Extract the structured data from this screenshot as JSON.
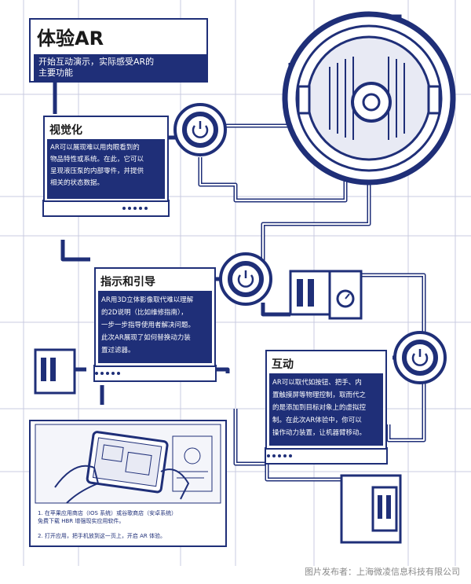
{
  "header": {
    "title": "体验AR",
    "subtitle": "开始互动演示，实际感受AR的\n主要功能"
  },
  "sections": [
    {
      "title": "视觉化",
      "body": "AR可以展现难以用肉眼看到的\n物品特性或系统。在此，它可以\n呈现液压泵的内部零件，并提供\n相关的状态数据。"
    },
    {
      "title": "指示和引导",
      "body": "AR用3D立体影像取代难以理解\n的2D说明（比如维修指南），\n一步一步指导使用者解决问题。\n此次AR展现了如何替换动力装\n置过滤器。"
    },
    {
      "title": "互动",
      "body": "AR可以取代如按钮、把手、内\n置触摸屏等物理控制，取而代之\n的是添加到目标对象上的虚拟控\n制。在此次AR体验中，你可以\n操作动力装置，让机器臂移动。"
    }
  ],
  "instructions": [
    "1. 在苹果应用商店（IOS 系统）或谷歌商店（安卓系统）\n免费下载 HBR 增强现实应用软件。",
    "2. 打开应用，把手机放到这一页上，开启 AR 体验。"
  ],
  "source": "图片发布者：上海微凌信息科技有限公司",
  "icons": [
    "power-icon",
    "power-icon",
    "power-icon",
    "gauge-icon",
    "tablet-icon",
    "hand-icon"
  ],
  "colors": {
    "navy": "#1f2f78",
    "grid": "#c8cbe0",
    "ink": "#1a1a1a"
  }
}
